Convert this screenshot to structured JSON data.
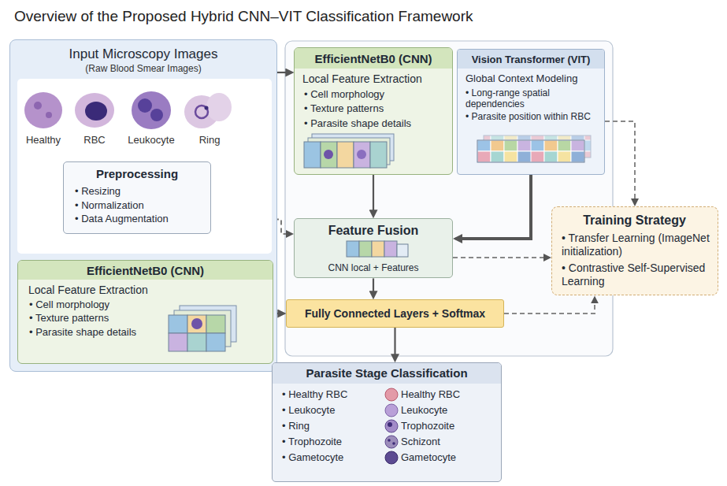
{
  "diagram": {
    "title": "Overview of the Proposed Hybrid CNN–VIT Classification Framework",
    "nodes": [
      {
        "text": [
          "Input Microscopy Images",
          "(Raw Blood Smear Images)"
        ]
      },
      {
        "text": [
          "Preprocessing",
          "• Resizing",
          "• Normalization",
          "• Data Augmentation"
        ],
        "in": 0
      },
      {
        "text": [
          "EfficientNetB0 (CNN)",
          "Local Feature Extraction",
          "• Cell morphology",
          "• Texture patterns",
          "• Parasite shape details"
        ],
        "in": 0
      },
      {
        "text": [
          "EfficientNetB0 (CNN)",
          "Local Feature Extraction",
          "• Cell morphology",
          "• Texture patterns",
          "• Parasite shape details"
        ]
      },
      {
        "text": [
          "Vision Transformer (VIT)",
          "Global Context Modeling",
          "• Long-range spatial dependencies",
          "• Parasite position within RBC"
        ]
      },
      {
        "text": [
          "Feature Fusion",
          "CNN local + Features"
        ]
      },
      {
        "text": [
          "Training Strategy",
          "• Transfer Learning (ImageNet initialization)",
          "• Contrastive Self-Supervised Learning"
        ]
      },
      {
        "text": [
          "Fully Connected Layers + Softmax"
        ]
      },
      {
        "text": [
          "Parasite Stage Classification",
          "• Healthy RBC",
          "• Leukocyte",
          "• Ring",
          "• Trophozoite",
          "• Gametocyte",
          "Healthy RBC",
          "Leukocyte",
          "Trophozoite",
          "Schizont",
          "Gametocyte"
        ]
      }
    ],
    "edges": [
      {
        "from": 0,
        "to": 3,
        "arrow": "to"
      },
      {
        "from": 1,
        "to": 2,
        "arrow": "to"
      },
      {
        "from": 1,
        "to": 5,
        "arrow": "to"
      },
      {
        "from": 2,
        "to": 7,
        "arrow": "to"
      },
      {
        "from": 3,
        "to": 5,
        "arrow": "to"
      },
      {
        "from": 4,
        "to": 5,
        "arrow": "to"
      },
      {
        "from": 4,
        "to": 6,
        "arrow": "to"
      },
      {
        "from": 5,
        "to": 6,
        "arrow": "to"
      },
      {
        "from": 5,
        "to": 7,
        "arrow": "to"
      },
      {
        "from": 7,
        "to": 8,
        "arrow": "to"
      },
      {
        "from": 7,
        "to": 6,
        "arrow": "to"
      }
    ],
    "labels": [
      "Healthy",
      "RBC",
      "Leukocyte",
      "Ring"
    ]
  }
}
